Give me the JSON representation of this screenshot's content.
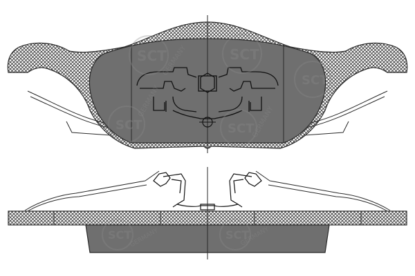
{
  "watermark": {
    "logo_text": "SCT",
    "sub_text": "GERMANY"
  },
  "colors": {
    "pad_fill": "#6f6f6f",
    "backplate_hatch": "#3a3a3a",
    "line": "#2a2a2a",
    "spring": "#ffffff",
    "background": "#ffffff"
  },
  "views": [
    "front-view",
    "side-view"
  ]
}
